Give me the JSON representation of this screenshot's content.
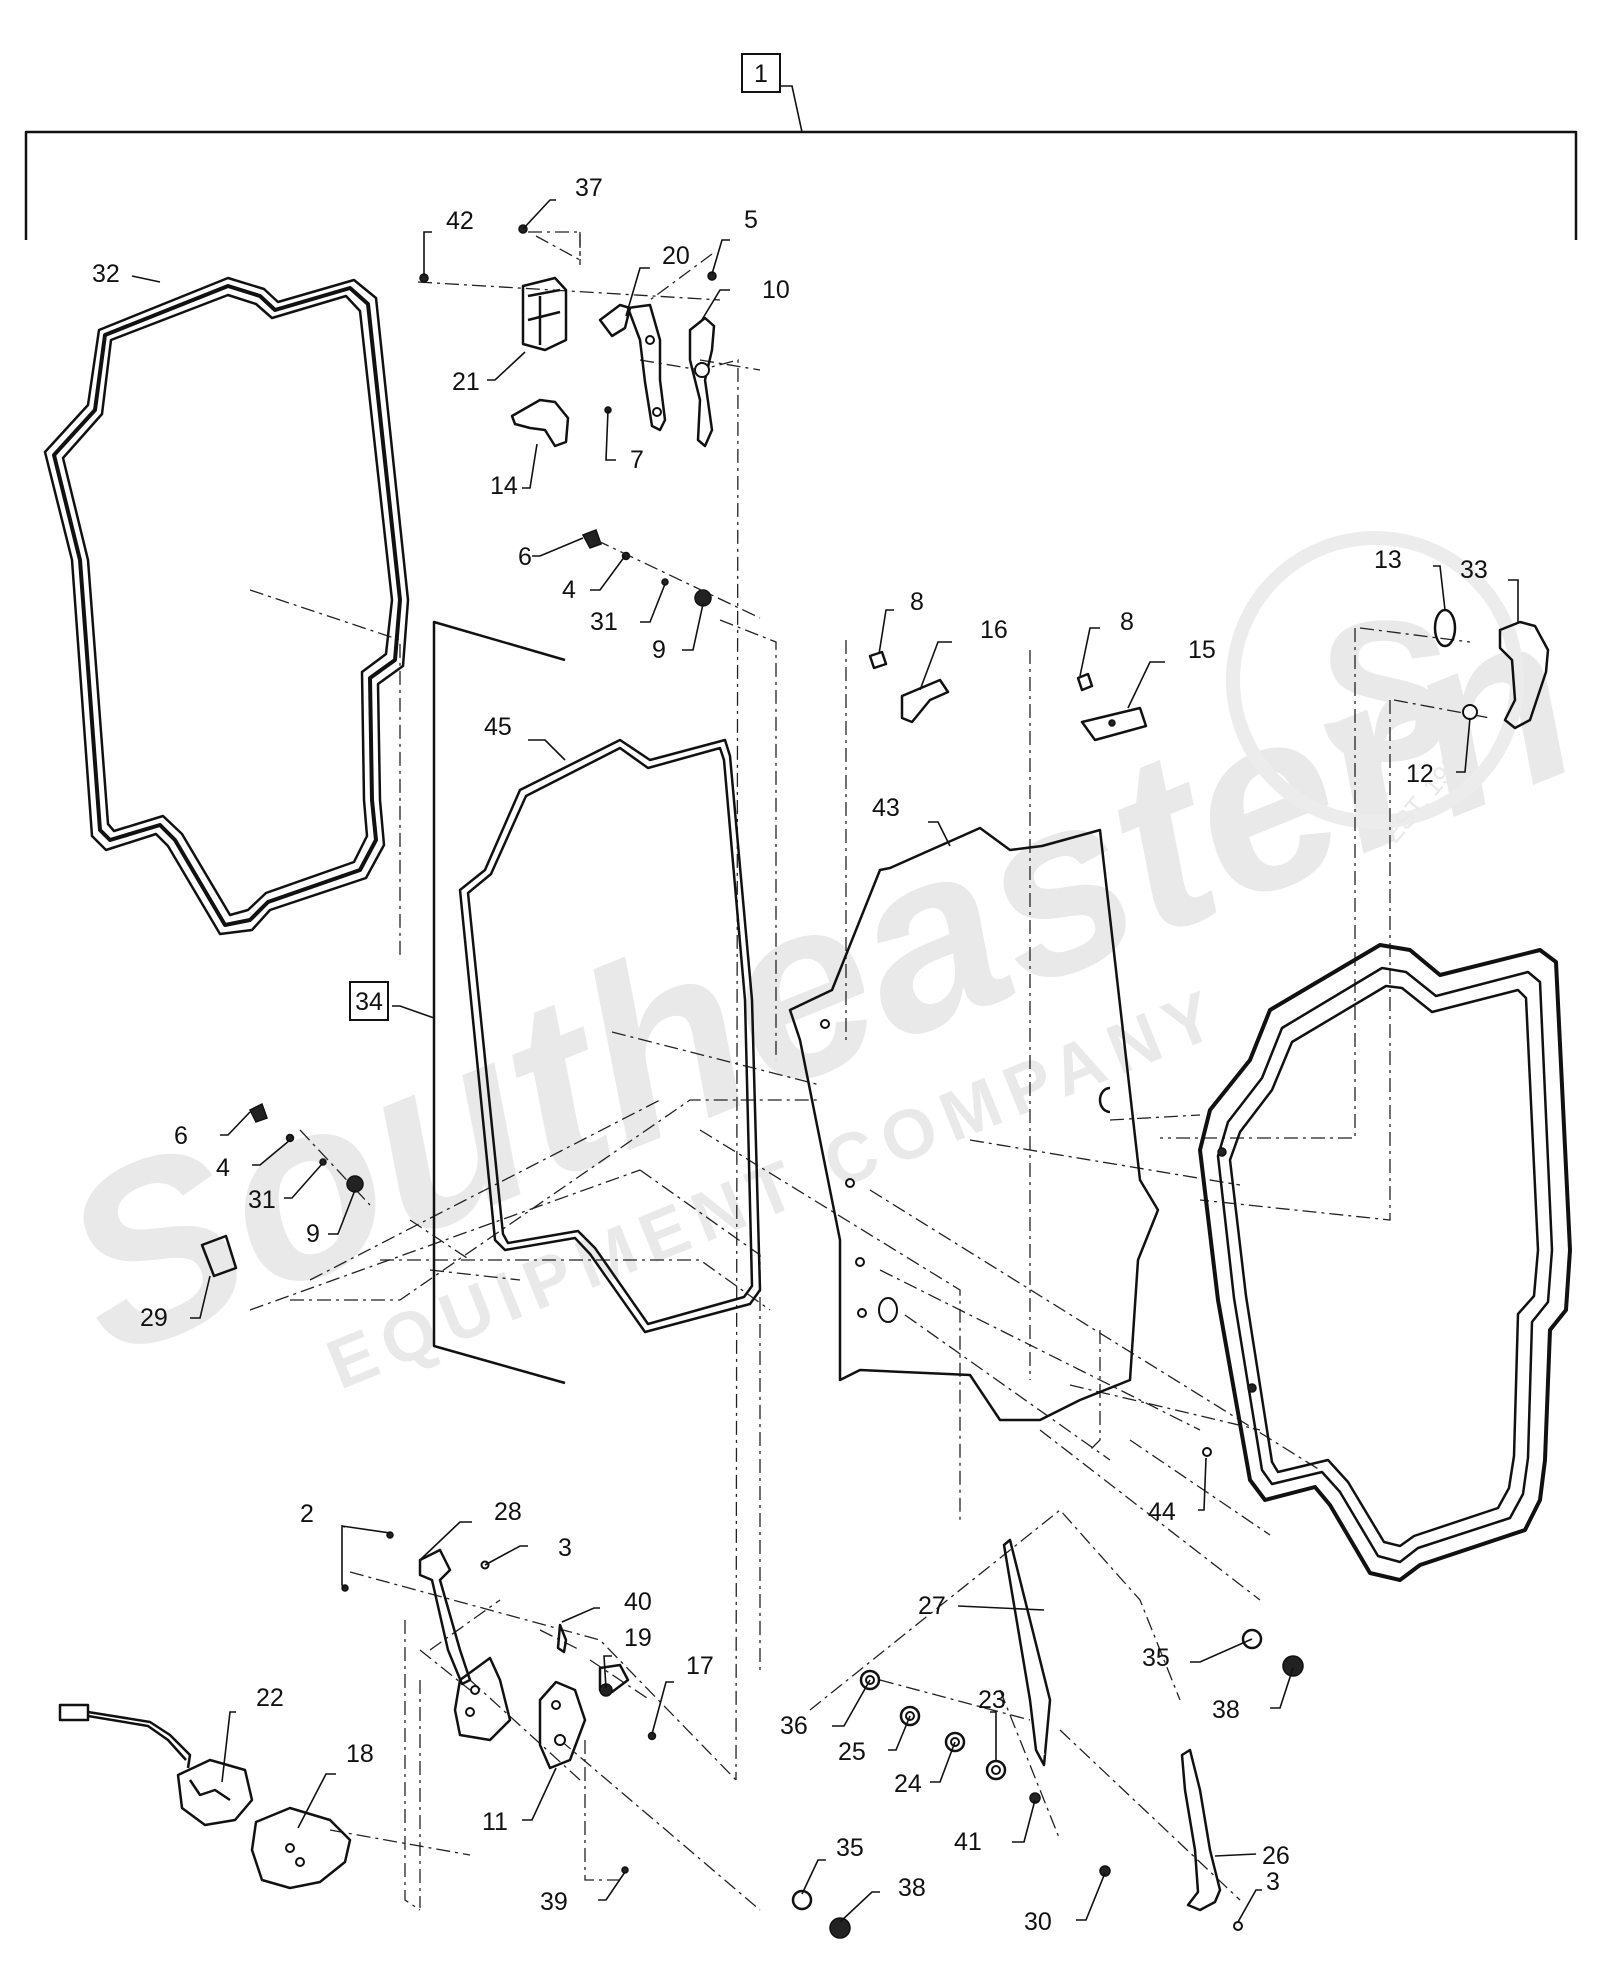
{
  "watermark": {
    "brand_script": "Southeastern",
    "brand_sub": "EQUIPMENT COMPANY",
    "seal_letter": "S",
    "seal_text": "EST. 1957"
  },
  "callouts": {
    "c1": "1",
    "c2": "2",
    "c3a": "3",
    "c3b": "3",
    "c4a": "4",
    "c4b": "4",
    "c5": "5",
    "c6a": "6",
    "c6b": "6",
    "c7": "7",
    "c8a": "8",
    "c8b": "8",
    "c9a": "9",
    "c9b": "9",
    "c10": "10",
    "c11": "11",
    "c12": "12",
    "c13": "13",
    "c14": "14",
    "c15": "15",
    "c16": "16",
    "c17": "17",
    "c18": "18",
    "c19": "19",
    "c20": "20",
    "c21": "21",
    "c22": "22",
    "c23": "23",
    "c24": "24",
    "c25": "25",
    "c26": "26",
    "c27": "27",
    "c28": "28",
    "c29": "29",
    "c30": "30",
    "c31a": "31",
    "c31b": "31",
    "c32": "32",
    "c33": "33",
    "c34": "34",
    "c35a": "35",
    "c35b": "35",
    "c36": "36",
    "c37": "37",
    "c38a": "38",
    "c38b": "38",
    "c39": "39",
    "c40": "40",
    "c41": "41",
    "c42": "42",
    "c43": "43",
    "c44": "44",
    "c45": "45"
  },
  "icons": [
    "door-seal",
    "window-glass",
    "door-panel",
    "door-frame",
    "latch",
    "handle",
    "wiper-motor",
    "wiper-blade",
    "wiper-arm"
  ]
}
